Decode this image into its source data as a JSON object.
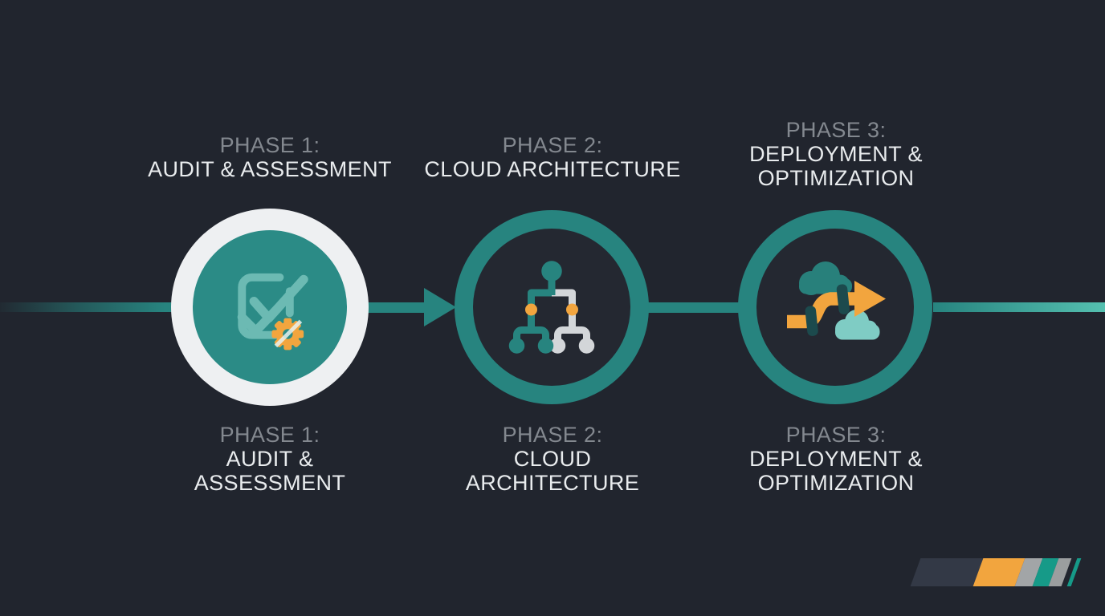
{
  "title": "Three-phase cloud process timeline",
  "colors": {
    "bg": "#21252e",
    "teal": "#27847f",
    "teal_fill": "#2b8b86",
    "teal_light": "#6cbab3",
    "teal_bright": "#55c0b0",
    "white_ring": "#eef0f2",
    "text_light": "#e9ecee",
    "text_gray": "#83888f",
    "orange": "#f2a53e",
    "gray_icon": "#d3d6d9",
    "cloud_dark": "#28807b",
    "cloud_light": "#7fccc4",
    "clamp_dark": "#1c4a4d",
    "stripe_slate": "#333946",
    "stripe_gray": "#a2a5a7",
    "stripe_gray2": "#9b9e9f",
    "stripe_teal": "#169a88"
  },
  "timeline": {
    "direction": "left-to-right",
    "arrow_between_phase_1_and_2": true
  },
  "phases": [
    {
      "id": "phase-1",
      "icon": "checklist-gear-icon",
      "node_style": "white-ring-teal-fill",
      "top_label": {
        "eyebrow": "PHASE 1:",
        "lines": [
          "AUDIT & ASSESSMENT"
        ]
      },
      "bottom_label": {
        "eyebrow": "PHASE 1:",
        "lines": [
          "AUDIT &",
          "ASSESSMENT"
        ]
      }
    },
    {
      "id": "phase-2",
      "icon": "hierarchy-icon",
      "node_style": "teal-ring-dark-fill",
      "top_label": {
        "eyebrow": "PHASE 2:",
        "lines": [
          "CLOUD ARCHITECTURE"
        ]
      },
      "bottom_label": {
        "eyebrow": "PHASE 2:",
        "lines": [
          "CLOUD",
          "ARCHITECTURE"
        ]
      }
    },
    {
      "id": "phase-3",
      "icon": "cloud-migration-icon",
      "node_style": "teal-ring-dark-fill",
      "top_label": {
        "eyebrow": "PHASE 3:",
        "lines": [
          "DEPLOYMENT &",
          "OPTIMIZATION"
        ]
      },
      "bottom_label": {
        "eyebrow": "PHASE 3:",
        "lines": [
          "DEPLOYMENT &",
          "OPTIMIZATION"
        ]
      }
    }
  ],
  "decor": {
    "position": "bottom-right",
    "segment_colors": [
      "#333946",
      "#f2a53e",
      "#a2a5a7",
      "#169a88",
      "#9b9e9f",
      "#169a88"
    ]
  }
}
